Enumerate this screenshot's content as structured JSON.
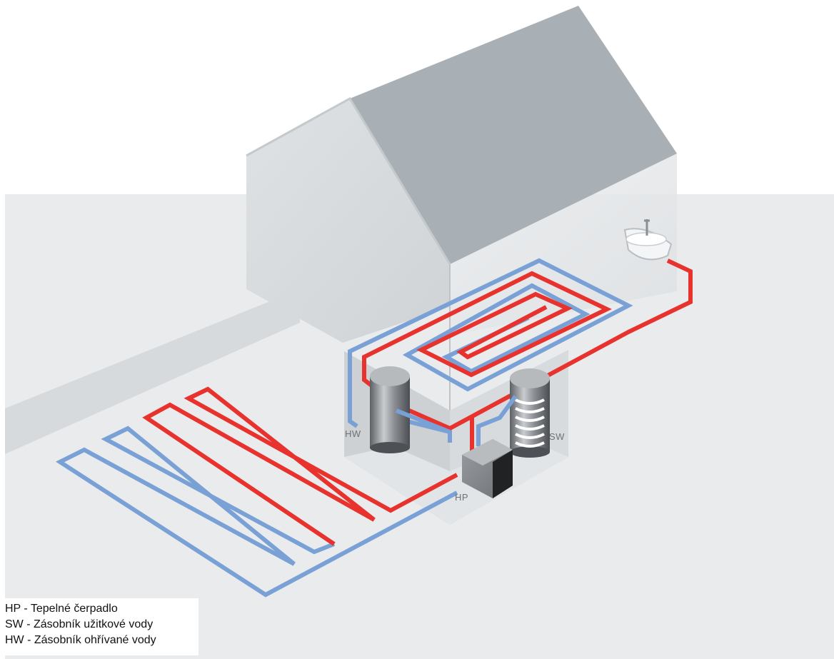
{
  "labels": {
    "hw": "HW",
    "sw": "SW",
    "hp": "HP"
  },
  "legend": {
    "items": [
      "HP - Tepelné čerpadlo",
      "SW - Zásobník užitkové vody",
      "HW - Zásobník ohřívané vody"
    ]
  },
  "colors": {
    "hot_pipe": "#e8322d",
    "cold_pipe": "#7aa1d6",
    "ground": "#e9ebed",
    "roof": "#a9b0b5",
    "wall": "#dcdfe1"
  },
  "icons": {
    "house": "house-icon",
    "sink": "sink-icon",
    "heat_pump": "heat-pump-icon",
    "hot_water_tank": "tank-icon",
    "storage_tank": "coil-tank-icon"
  }
}
